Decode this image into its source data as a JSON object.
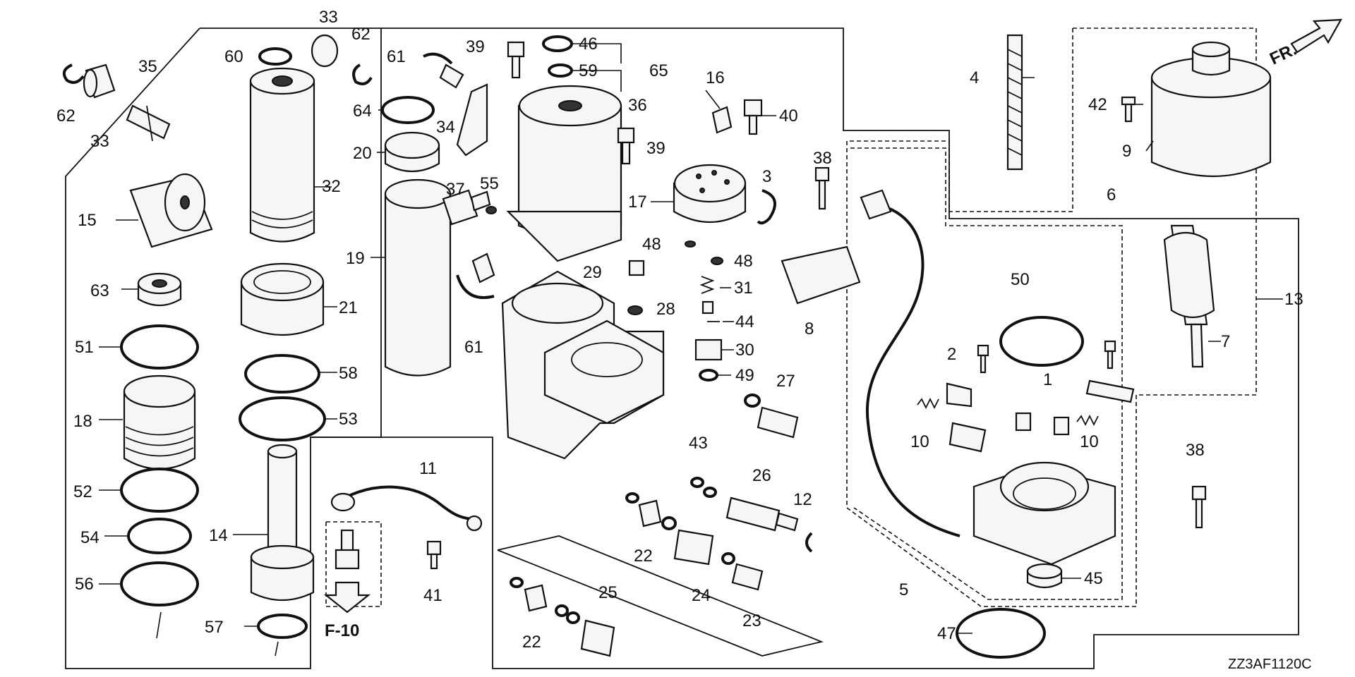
{
  "diagram": {
    "catalog_code": "ZZ3AF1120C",
    "front_label": "FR.",
    "reference": "F-10",
    "callouts": {
      "c1": "1",
      "c2": "2",
      "c3": "3",
      "c4": "4",
      "c5": "5",
      "c6": "6",
      "c7": "7",
      "c8": "8",
      "c9": "9",
      "c10a": "10",
      "c10b": "10",
      "c11": "11",
      "c12": "12",
      "c13": "13",
      "c14": "14",
      "c15": "15",
      "c16": "16",
      "c17": "17",
      "c18": "18",
      "c19": "19",
      "c20": "20",
      "c21": "21",
      "c22a": "22",
      "c22b": "22",
      "c23": "23",
      "c24": "24",
      "c25": "25",
      "c26": "26",
      "c27": "27",
      "c28": "28",
      "c29": "29",
      "c30": "30",
      "c31": "31",
      "c32": "32",
      "c33a": "33",
      "c33b": "33",
      "c34": "34",
      "c35": "35",
      "c36": "36",
      "c37": "37",
      "c38a": "38",
      "c38b": "38",
      "c39a": "39",
      "c39b": "39",
      "c40": "40",
      "c41": "41",
      "c42": "42",
      "c43": "43",
      "c44": "44",
      "c45": "45",
      "c46": "46",
      "c47": "47",
      "c48a": "48",
      "c48b": "48",
      "c49": "49",
      "c50": "50",
      "c51": "51",
      "c52": "52",
      "c53": "53",
      "c54": "54",
      "c55": "55",
      "c56": "56",
      "c57": "57",
      "c58": "58",
      "c59": "59",
      "c60": "60",
      "c61a": "61",
      "c61b": "61",
      "c62a": "62",
      "c62b": "62",
      "c63": "63",
      "c64": "64",
      "c65": "65"
    }
  }
}
